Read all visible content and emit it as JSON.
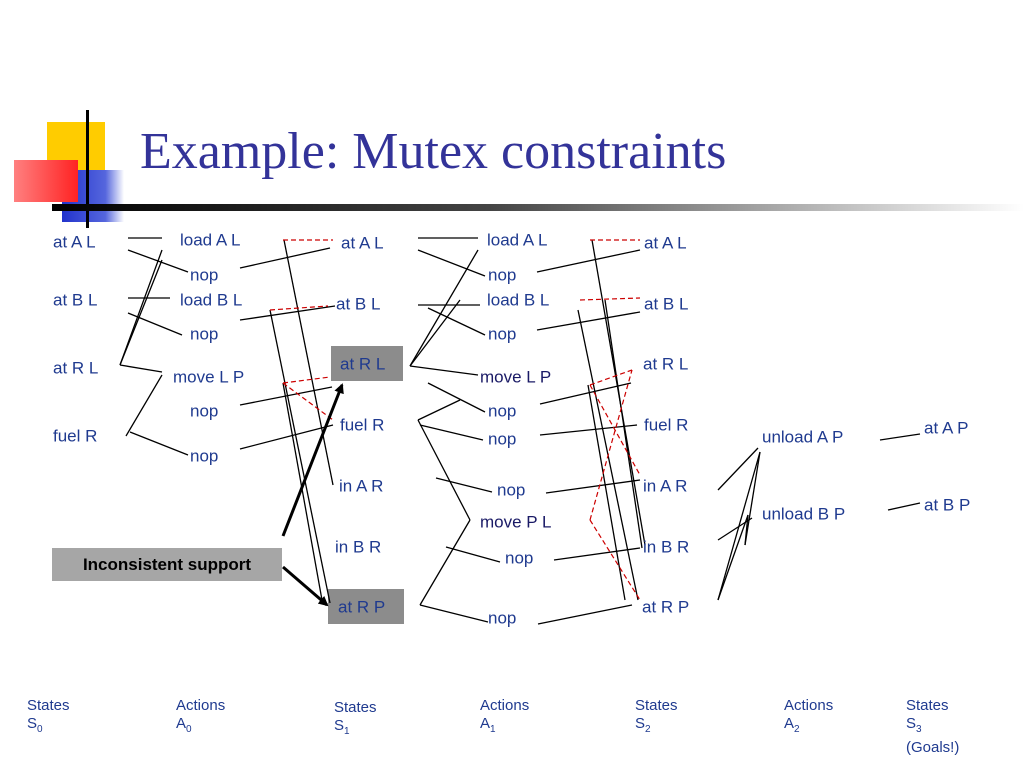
{
  "title": "Example: Mutex constraints",
  "callout": "Inconsistent support",
  "columns": [
    {
      "line1": "States",
      "sym": "S",
      "sub": "0",
      "extra": ""
    },
    {
      "line1": "Actions",
      "sym": "A",
      "sub": "0",
      "extra": ""
    },
    {
      "line1": "States",
      "sym": "S",
      "sub": "1",
      "extra": ""
    },
    {
      "line1": "Actions",
      "sym": "A",
      "sub": "1",
      "extra": ""
    },
    {
      "line1": "States",
      "sym": "S",
      "sub": "2",
      "extra": ""
    },
    {
      "line1": "Actions",
      "sym": "A",
      "sub": "2",
      "extra": ""
    },
    {
      "line1": "States",
      "sym": "S",
      "sub": "3",
      "extra": "(Goals!)"
    }
  ],
  "s0": [
    "at A L",
    "at B L",
    "at R L",
    "fuel R"
  ],
  "a0": [
    "load A L",
    "nop",
    "load B L",
    "nop",
    "move L P",
    "nop",
    "nop"
  ],
  "s1": [
    "at A L",
    "at B L",
    "at R L",
    "fuel R",
    "in A R",
    "in B R",
    "at R P"
  ],
  "a1": [
    "load A L",
    "nop",
    "load B L",
    "nop",
    "move L P",
    "nop",
    "nop",
    "nop",
    "move P L",
    "nop",
    "nop"
  ],
  "s2": [
    "at A L",
    "at B L",
    "at R L",
    "fuel R",
    "in A R",
    "in B R",
    "at R P"
  ],
  "a2": [
    "unload A P",
    "unload B P"
  ],
  "s3": [
    "at A P",
    "at B P"
  ],
  "colors": {
    "title": "#333399",
    "label": "#1f3a8f",
    "mutex": "#cc0000",
    "highlight": "#8c8c8c"
  }
}
